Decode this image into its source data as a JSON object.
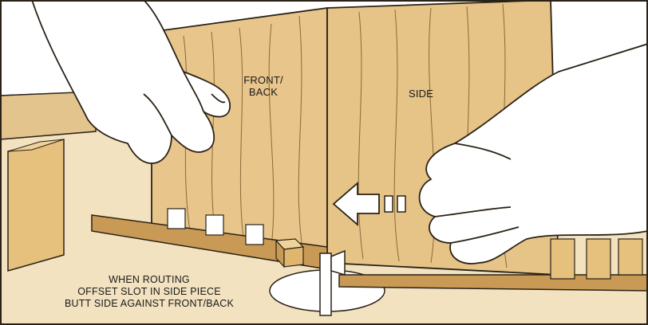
{
  "labels": {
    "front_back": [
      "FRONT/",
      "BACK"
    ],
    "side": "SIDE"
  },
  "caption": {
    "lines": [
      "WHEN ROUTING",
      "OFFSET SLOT IN SIDE PIECE",
      "BUTT SIDE AGAINST FRONT/BACK"
    ]
  },
  "colors": {
    "wood": "#e8c58a",
    "wood_dark": "#c99a55",
    "table": "#eedab2",
    "board_edge": "#b98848",
    "arrow": "#ffffff",
    "outline": "#2a2216",
    "background": "#ffffff"
  },
  "icons": {
    "feed_arrow": "arrow-left-icon",
    "router_bit": "router-bit-icon"
  }
}
